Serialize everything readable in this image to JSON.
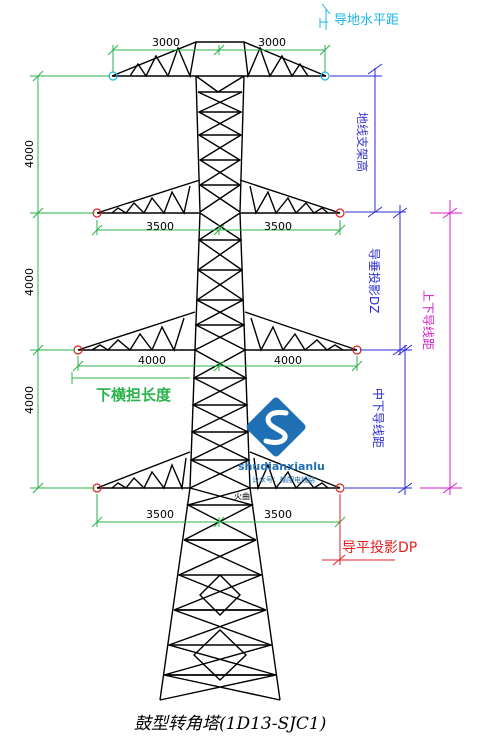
{
  "dims": {
    "top_left": "3000",
    "top_right": "3000",
    "upper_left": "3500",
    "upper_right": "3500",
    "middle_left": "4000",
    "middle_right": "4000",
    "lower_left": "3500",
    "lower_right": "3500",
    "vertical_1": "4000",
    "vertical_2": "4000",
    "vertical_3": "4000"
  },
  "labels": {
    "guide_to_ground": "导地水平距",
    "ground_wire_support_height": "地线支架高",
    "guide_vertical_projection": "导垂投影DZ",
    "upper_lower_distance": "上下导线距",
    "middle_lower_distance": "中下导线距",
    "lower_crossarm_length": "下横担长度",
    "guide_horizontal_projection": "导平投影DP",
    "fire_curve_mark": "火曲"
  },
  "caption": "鼓型转角塔(1D13-SJC1)",
  "logo": {
    "name": "shudianxianlu",
    "sub": "公众号：输配电线路"
  },
  "colors": {
    "tower": "#000000",
    "dimension_green": "#2bb24c",
    "cyan": "#19b5e8",
    "blue": "#2b2bd6",
    "magenta": "#d61fc8",
    "red": "#e02020",
    "logo_blue": "#1f6fb5"
  }
}
